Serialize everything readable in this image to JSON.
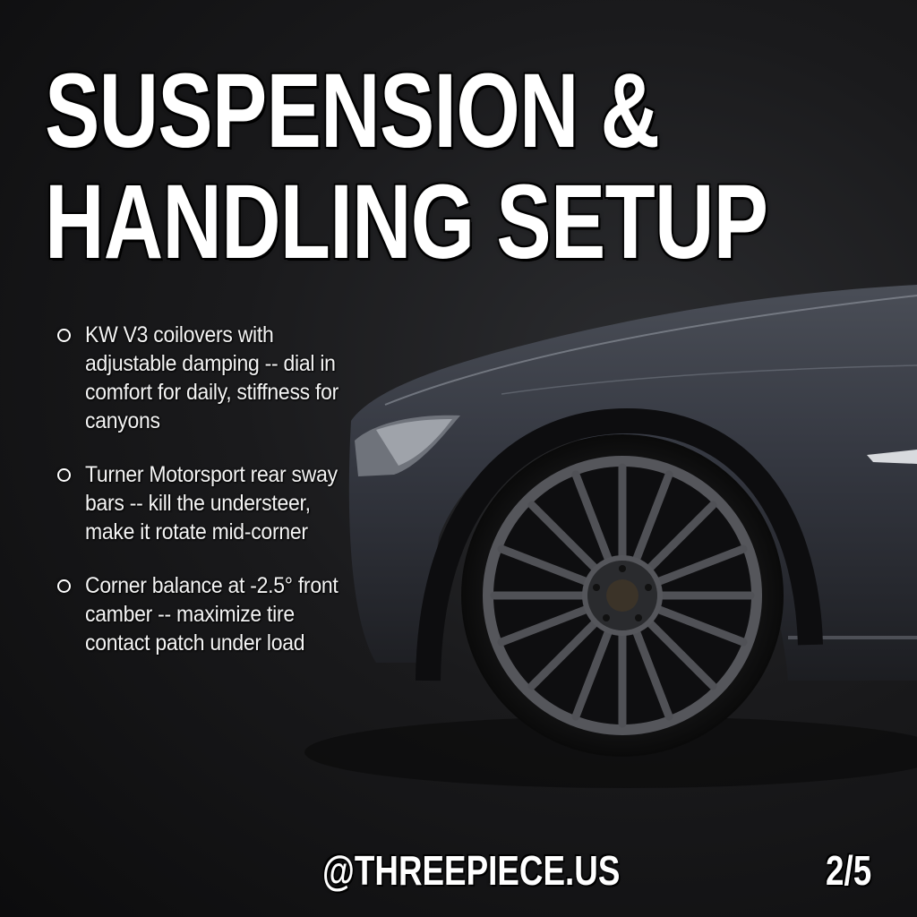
{
  "slide": {
    "headline": {
      "line1": "SUSPENSION &",
      "line2": "HANDLING SETUP"
    },
    "bullets": [
      {
        "icon": "hollow-circle-bullet",
        "text": "KW V3 coilovers with adjustable damping -- dial in comfort for daily, stiffness for canyons"
      },
      {
        "icon": "hollow-circle-bullet",
        "text": "Turner Motorsport rear sway bars -- kill the understeer, make it rotate mid-corner"
      },
      {
        "icon": "hollow-circle-bullet",
        "text": "Corner balance at -2.5° front camber -- maximize tire contact patch under load"
      }
    ],
    "footer": {
      "handle": "@THREEPIECE.US",
      "page_indicator": "2/5"
    },
    "image": {
      "subject": "dark grey sedan front wheel with gunmetal mesh-spoke wheel",
      "colors": {
        "background": "#151516",
        "car_body": "#3a3d44",
        "wheel": "#4a4b4f",
        "text": "#ffffff"
      }
    }
  }
}
